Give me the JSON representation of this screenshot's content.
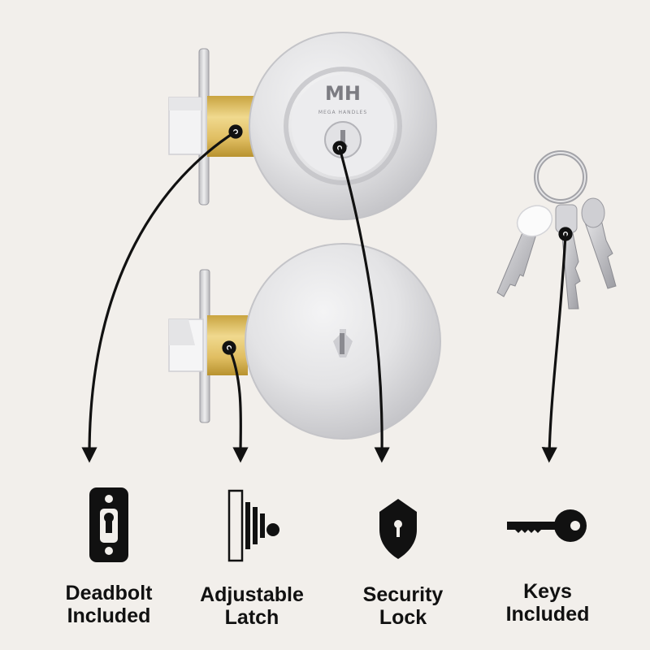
{
  "brand": {
    "monogram": "MH",
    "wordmark": "MEGA HANDLES"
  },
  "features": [
    {
      "icon": "deadbolt-plate-icon",
      "line1": "Deadbolt",
      "line2": "Included"
    },
    {
      "icon": "adjustable-latch-icon",
      "line1": "Adjustable",
      "line2": "Latch"
    },
    {
      "icon": "security-shield-icon",
      "line1": "Security",
      "line2": "Lock"
    },
    {
      "icon": "key-icon",
      "line1": "Keys",
      "line2": "Included"
    }
  ],
  "colors": {
    "background": "#f2efeb",
    "brass": "#e2c26a",
    "chrome": "#d8d8da",
    "ink": "#111111"
  }
}
